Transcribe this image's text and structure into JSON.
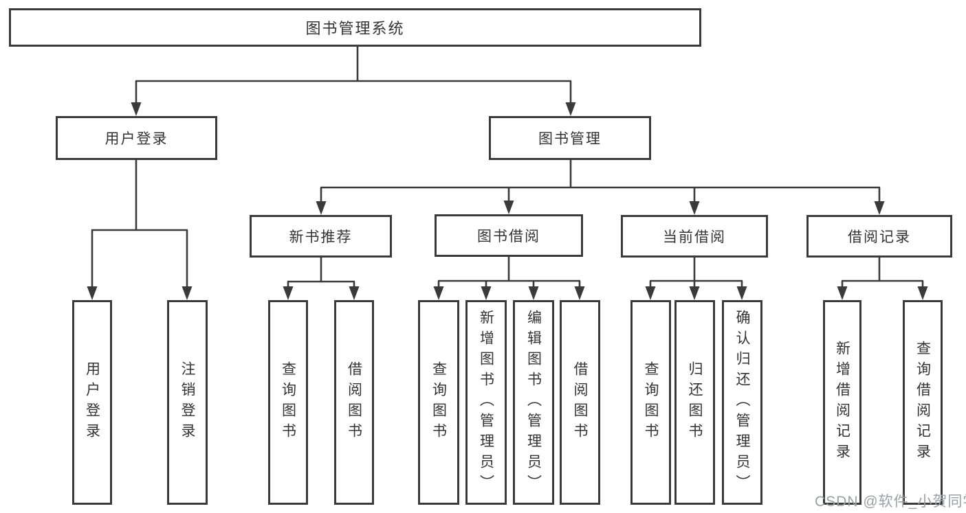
{
  "diagram": {
    "title": "图书管理系统",
    "colors": {
      "line": "#3a3a3a",
      "box_border": "#3a3a3a",
      "text": "#333333",
      "background": "#ffffff",
      "watermark": "#9aa0a6"
    },
    "nodes": {
      "root": "图书管理系统",
      "user_login": "用户登录",
      "book_mgmt": "图书管理",
      "new_book_rec": "新书推荐",
      "book_borrow": "图书借阅",
      "current_borrow": "当前借阅",
      "borrow_record": "借阅记录",
      "ul_login": "用户登录",
      "ul_logout": "注销登录",
      "nr_query_book": "查询图书",
      "nr_borrow_book": "借阅图书",
      "bb_query_book": "查询图书",
      "bb_add_book": "新增图书（管理员）",
      "bb_edit_book": "编辑图书（管理员）",
      "bb_borrow_book": "借阅图书",
      "cb_query_book": "查询图书",
      "cb_return_book": "归还图书",
      "cb_confirm_return": "确认归还（管理员）",
      "br_add_record": "新增借阅记录",
      "br_query_record": "查询借阅记录"
    },
    "watermark": "CSDN @软件_小贺同学"
  }
}
